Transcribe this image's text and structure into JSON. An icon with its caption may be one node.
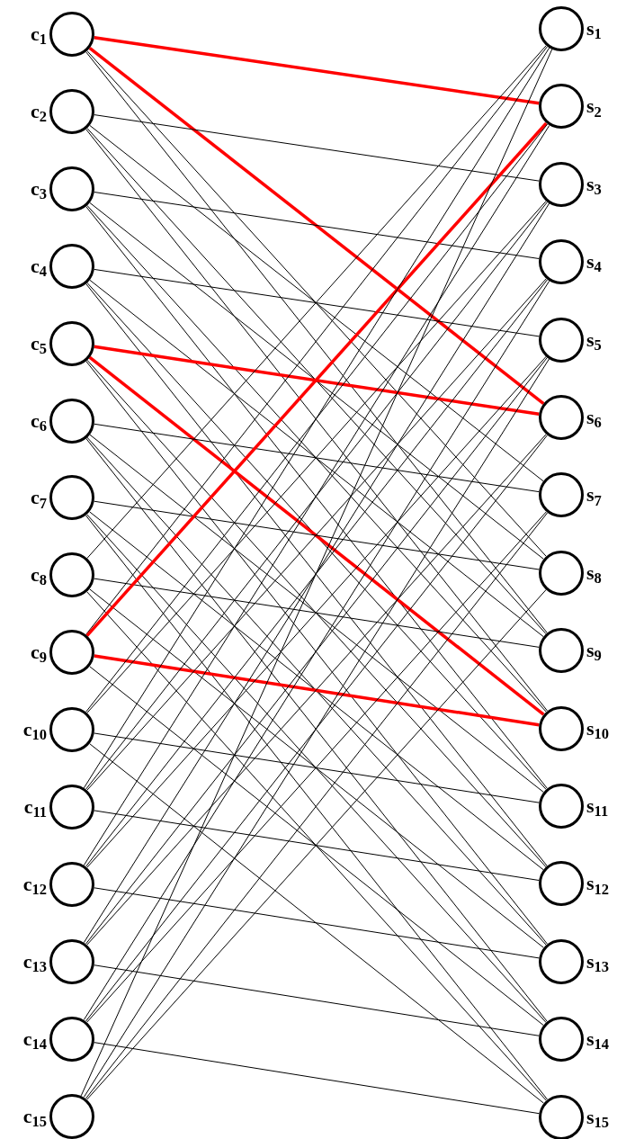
{
  "diagram": {
    "nodes": [
      {
        "text": [
          "c$_{1}$"
        ]
      },
      {
        "text": [
          "c$_{2}$"
        ]
      },
      {
        "text": [
          "c$_{3}$"
        ]
      },
      {
        "text": [
          "c$_{4}$"
        ]
      },
      {
        "text": [
          "c$_{5}$"
        ]
      },
      {
        "text": [
          "c$_{6}$"
        ]
      },
      {
        "text": [
          "c$_{7}$"
        ]
      },
      {
        "text": [
          "c$_{8}$"
        ]
      },
      {
        "text": [
          "c$_{9}$"
        ]
      },
      {
        "text": [
          "c$_{10}$"
        ]
      },
      {
        "text": [
          "c$_{11}$"
        ]
      },
      {
        "text": [
          "c$_{12}$"
        ]
      },
      {
        "text": [
          "c$_{13}$"
        ]
      },
      {
        "text": [
          "c$_{14}$"
        ]
      },
      {
        "text": [
          "c$_{15}$"
        ]
      },
      {
        "text": [
          "s$_{1}$"
        ]
      },
      {
        "text": [
          "s$_{2}$"
        ]
      },
      {
        "text": [
          "s$_{3}$"
        ]
      },
      {
        "text": [
          "s$_{4}$"
        ]
      },
      {
        "text": [
          "s$_{5}$"
        ]
      },
      {
        "text": [
          "s$_{6}$"
        ]
      },
      {
        "text": [
          "s$_{7}$"
        ]
      },
      {
        "text": [
          "s$_{8}$"
        ]
      },
      {
        "text": [
          "s$_{9}$"
        ]
      },
      {
        "text": [
          "s$_{10}$"
        ]
      },
      {
        "text": [
          "s$_{11}$"
        ]
      },
      {
        "text": [
          "s$_{12}$"
        ]
      },
      {
        "text": [
          "s$_{13}$"
        ]
      },
      {
        "text": [
          "s$_{14}$"
        ]
      },
      {
        "text": [
          "s$_{15}$"
        ]
      }
    ],
    "edges": [
      {
        "from": 0,
        "to": 16,
        "arrow": "none",
        "style": "thick",
        "color": "#ff0000"
      },
      {
        "from": 0,
        "to": 20,
        "arrow": "none",
        "style": "thick",
        "color": "#ff0000"
      },
      {
        "from": 0,
        "to": 22,
        "arrow": "none"
      },
      {
        "from": 0,
        "to": 23,
        "arrow": "none"
      },
      {
        "from": 1,
        "to": 17,
        "arrow": "none"
      },
      {
        "from": 1,
        "to": 21,
        "arrow": "none"
      },
      {
        "from": 1,
        "to": 23,
        "arrow": "none"
      },
      {
        "from": 1,
        "to": 24,
        "arrow": "none"
      },
      {
        "from": 2,
        "to": 18,
        "arrow": "none"
      },
      {
        "from": 2,
        "to": 22,
        "arrow": "none"
      },
      {
        "from": 2,
        "to": 24,
        "arrow": "none"
      },
      {
        "from": 2,
        "to": 25,
        "arrow": "none"
      },
      {
        "from": 3,
        "to": 19,
        "arrow": "none"
      },
      {
        "from": 3,
        "to": 23,
        "arrow": "none"
      },
      {
        "from": 3,
        "to": 25,
        "arrow": "none"
      },
      {
        "from": 3,
        "to": 26,
        "arrow": "none"
      },
      {
        "from": 4,
        "to": 20,
        "arrow": "none",
        "style": "thick",
        "color": "#ff0000"
      },
      {
        "from": 4,
        "to": 24,
        "arrow": "none",
        "style": "thick",
        "color": "#ff0000"
      },
      {
        "from": 4,
        "to": 26,
        "arrow": "none"
      },
      {
        "from": 4,
        "to": 27,
        "arrow": "none"
      },
      {
        "from": 5,
        "to": 21,
        "arrow": "none"
      },
      {
        "from": 5,
        "to": 25,
        "arrow": "none"
      },
      {
        "from": 5,
        "to": 27,
        "arrow": "none"
      },
      {
        "from": 5,
        "to": 28,
        "arrow": "none"
      },
      {
        "from": 6,
        "to": 22,
        "arrow": "none"
      },
      {
        "from": 6,
        "to": 26,
        "arrow": "none"
      },
      {
        "from": 6,
        "to": 28,
        "arrow": "none"
      },
      {
        "from": 6,
        "to": 29,
        "arrow": "none"
      },
      {
        "from": 7,
        "to": 23,
        "arrow": "none"
      },
      {
        "from": 7,
        "to": 27,
        "arrow": "none"
      },
      {
        "from": 7,
        "to": 29,
        "arrow": "none"
      },
      {
        "from": 7,
        "to": 15,
        "arrow": "none"
      },
      {
        "from": 8,
        "to": 24,
        "arrow": "none",
        "style": "thick",
        "color": "#ff0000"
      },
      {
        "from": 8,
        "to": 28,
        "arrow": "none"
      },
      {
        "from": 8,
        "to": 15,
        "arrow": "none"
      },
      {
        "from": 8,
        "to": 16,
        "arrow": "none",
        "style": "thick",
        "color": "#ff0000"
      },
      {
        "from": 9,
        "to": 25,
        "arrow": "none"
      },
      {
        "from": 9,
        "to": 29,
        "arrow": "none"
      },
      {
        "from": 9,
        "to": 16,
        "arrow": "none"
      },
      {
        "from": 9,
        "to": 17,
        "arrow": "none"
      },
      {
        "from": 10,
        "to": 26,
        "arrow": "none"
      },
      {
        "from": 10,
        "to": 15,
        "arrow": "none"
      },
      {
        "from": 10,
        "to": 17,
        "arrow": "none"
      },
      {
        "from": 10,
        "to": 18,
        "arrow": "none"
      },
      {
        "from": 11,
        "to": 27,
        "arrow": "none"
      },
      {
        "from": 11,
        "to": 16,
        "arrow": "none"
      },
      {
        "from": 11,
        "to": 18,
        "arrow": "none"
      },
      {
        "from": 11,
        "to": 19,
        "arrow": "none"
      },
      {
        "from": 12,
        "to": 28,
        "arrow": "none"
      },
      {
        "from": 12,
        "to": 17,
        "arrow": "none"
      },
      {
        "from": 12,
        "to": 19,
        "arrow": "none"
      },
      {
        "from": 12,
        "to": 20,
        "arrow": "none"
      },
      {
        "from": 13,
        "to": 29,
        "arrow": "none"
      },
      {
        "from": 13,
        "to": 18,
        "arrow": "none"
      },
      {
        "from": 13,
        "to": 20,
        "arrow": "none"
      },
      {
        "from": 13,
        "to": 21,
        "arrow": "none"
      },
      {
        "from": 14,
        "to": 15,
        "arrow": "none"
      },
      {
        "from": 14,
        "to": 19,
        "arrow": "none"
      },
      {
        "from": 14,
        "to": 21,
        "arrow": "none"
      },
      {
        "from": 14,
        "to": 22,
        "arrow": "none"
      }
    ]
  }
}
